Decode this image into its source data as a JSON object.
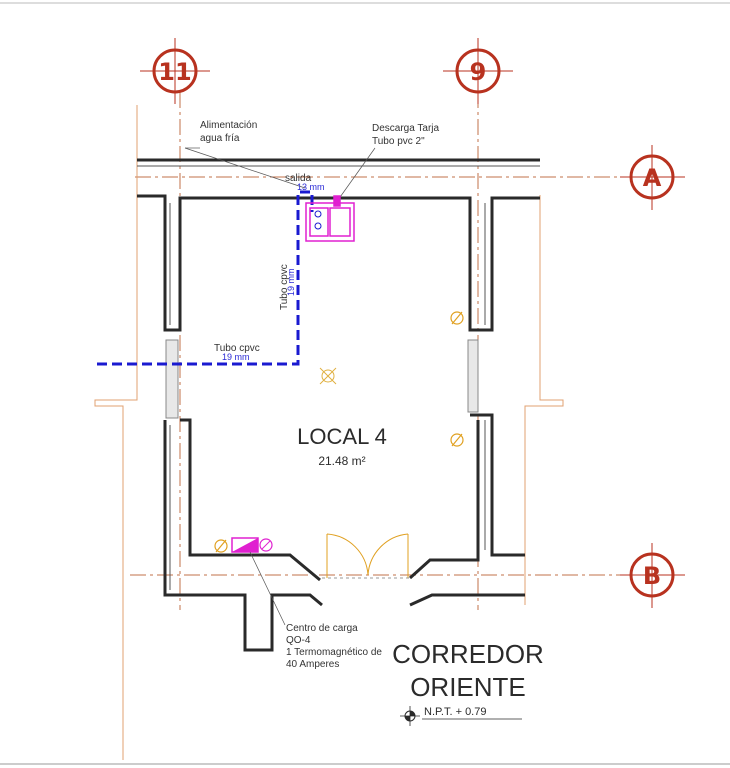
{
  "axes": {
    "col_left": "11",
    "col_right": "9",
    "row_top": "A",
    "row_bottom": "B"
  },
  "room": {
    "name": "LOCAL 4",
    "area": "21.48 m²"
  },
  "corridor": {
    "line1": "CORREDOR",
    "line2": "ORIENTE",
    "level": "N.P.T. + 0.79"
  },
  "annotations": {
    "alimentacion_1": "Alimentación",
    "alimentacion_2": "agua fría",
    "descarga_1": "Descarga Tarja",
    "descarga_2": "Tubo pvc 2\"",
    "salida": "salida",
    "salida_dim": "13 mm",
    "tubo_vertical": "Tubo cpvc",
    "tubo_vertical_dim": "19 mm",
    "tubo_horizontal": "Tubo cpvc",
    "tubo_horizontal_dim": "19 mm",
    "centro_1": "Centro de carga",
    "centro_2": "QO-4",
    "centro_3": "1 Termomagnético de",
    "centro_4": "40 Amperes"
  },
  "colors": {
    "axis_red": "#b8321f",
    "grid_line": "#c0704a",
    "wall": "#2a2a2a",
    "pipe_blue": "#1a1ad0",
    "electric_magenta": "#e020d0",
    "orange_fixture": "#e0a020"
  }
}
